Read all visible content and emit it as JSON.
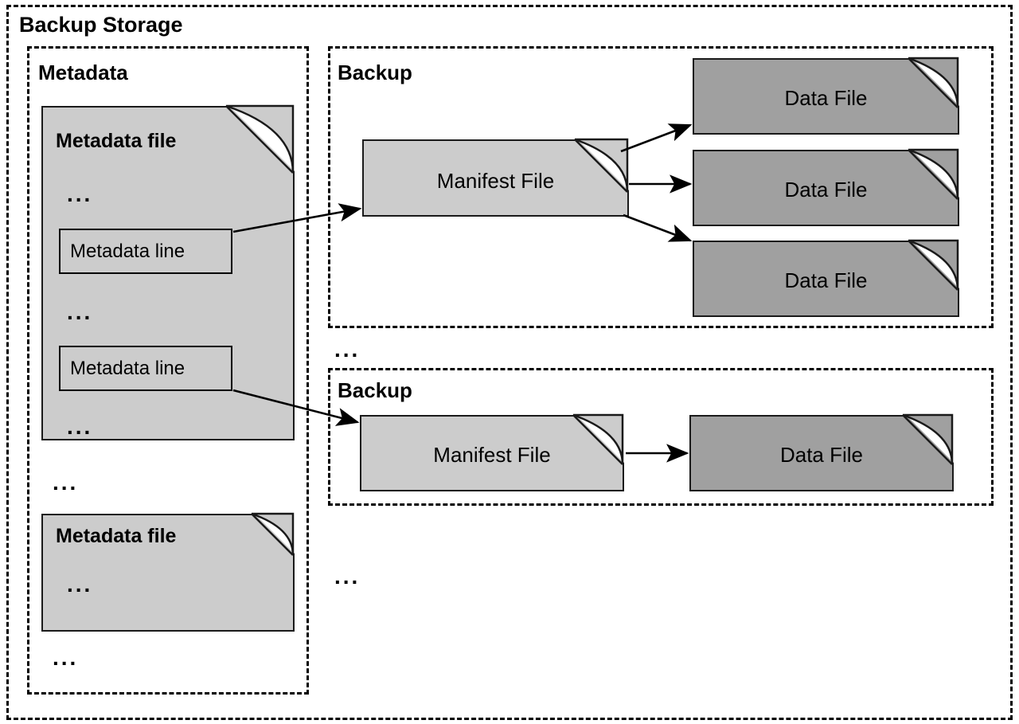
{
  "diagram": {
    "title": "Backup Storage",
    "colors": {
      "light_file_fill": "#cccccc",
      "dark_file_fill": "#a0a0a0",
      "stroke": "#000000",
      "background": "#ffffff"
    }
  },
  "metadata_group": {
    "title": "Metadata",
    "files": [
      {
        "label": "Metadata file",
        "rows": [
          {
            "type": "ellipsis",
            "text": "..."
          },
          {
            "type": "line",
            "text": "Metadata line"
          },
          {
            "type": "ellipsis",
            "text": "..."
          },
          {
            "type": "line",
            "text": "Metadata line"
          },
          {
            "type": "ellipsis",
            "text": "..."
          }
        ]
      },
      {
        "label": "Metadata file",
        "rows": [
          {
            "type": "ellipsis",
            "text": "..."
          }
        ]
      }
    ],
    "separator_ellipsis": "...",
    "trailing_ellipsis": "..."
  },
  "backups": [
    {
      "title": "Backup",
      "manifest": {
        "label": "Manifest File"
      },
      "data_files": [
        {
          "label": "Data File"
        },
        {
          "label": "Data File"
        },
        {
          "label": "Data File"
        }
      ]
    },
    {
      "title": "Backup",
      "manifest": {
        "label": "Manifest File"
      },
      "data_files": [
        {
          "label": "Data File"
        }
      ]
    }
  ],
  "backup_separator_ellipsis": "...",
  "backup_trailing_ellipsis": "..."
}
